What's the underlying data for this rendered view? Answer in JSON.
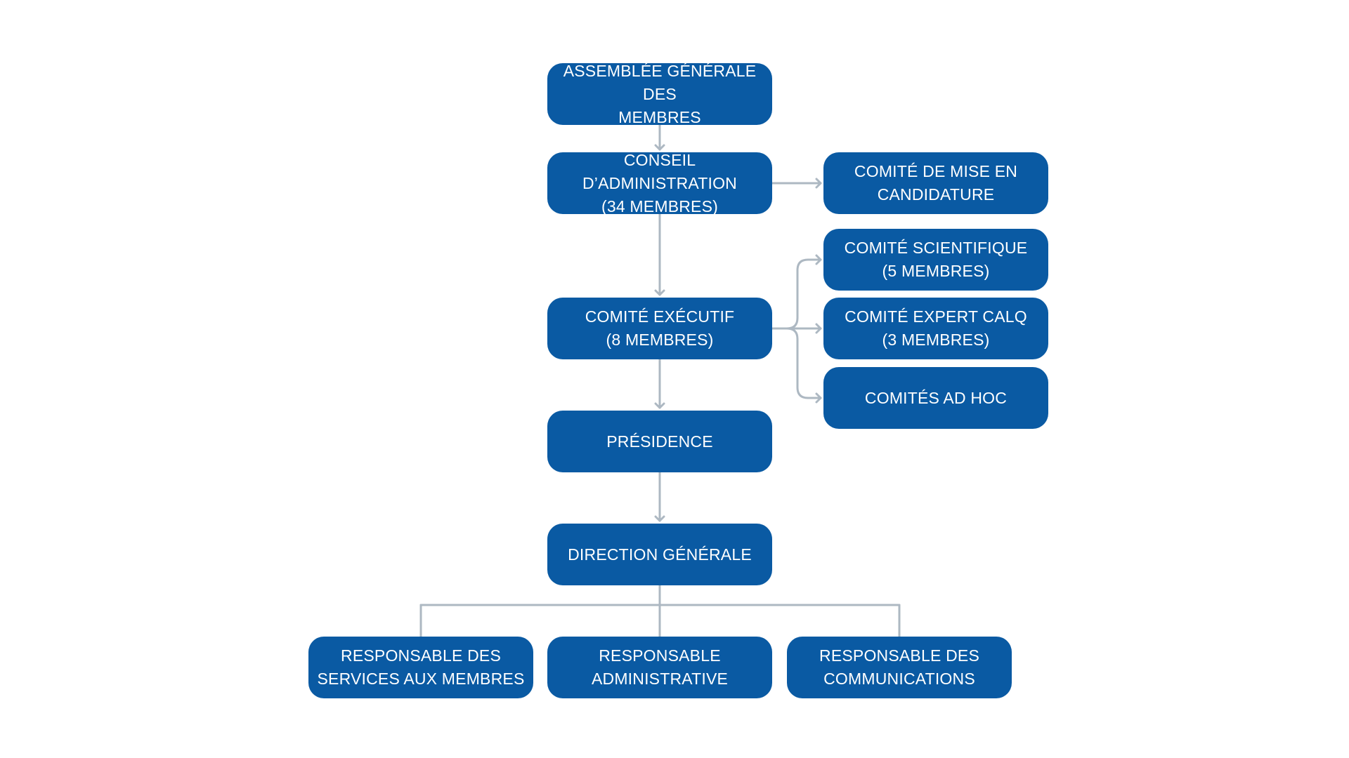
{
  "colors": {
    "node_fill": "#0a5aa3",
    "node_text": "#ffffff",
    "connector": "#adb8c2",
    "background": "#ffffff"
  },
  "nodes": {
    "assemblee_generale": {
      "line1": "ASSEMBLÉE GÉNÉRALE DES",
      "line2": "MEMBRES"
    },
    "conseil_administration": {
      "line1": "CONSEIL D’ADMINISTRATION",
      "line2": "(34 MEMBRES)"
    },
    "comite_mise_en_candidature": {
      "line1": "COMITÉ DE MISE EN",
      "line2": "CANDIDATURE"
    },
    "comite_scientifique": {
      "line1": "COMITÉ SCIENTIFIQUE",
      "line2": "(5 MEMBRES)"
    },
    "comite_executif": {
      "line1": "COMITÉ EXÉCUTIF",
      "line2": "(8 MEMBRES)"
    },
    "comite_expert_calq": {
      "line1": "COMITÉ EXPERT CALQ",
      "line2": "(3 MEMBRES)"
    },
    "comites_ad_hoc": {
      "line1": "COMITÉS AD HOC"
    },
    "presidence": {
      "line1": "PRÉSIDENCE"
    },
    "direction_generale": {
      "line1": "DIRECTION GÉNÉRALE"
    },
    "responsable_services_membres": {
      "line1": "RESPONSABLE DES",
      "line2": "SERVICES AUX MEMBRES"
    },
    "responsable_administrative": {
      "line1": "RESPONSABLE",
      "line2": "ADMINISTRATIVE"
    },
    "responsable_communications": {
      "line1": "RESPONSABLE DES",
      "line2": "COMMUNICATIONS"
    }
  }
}
